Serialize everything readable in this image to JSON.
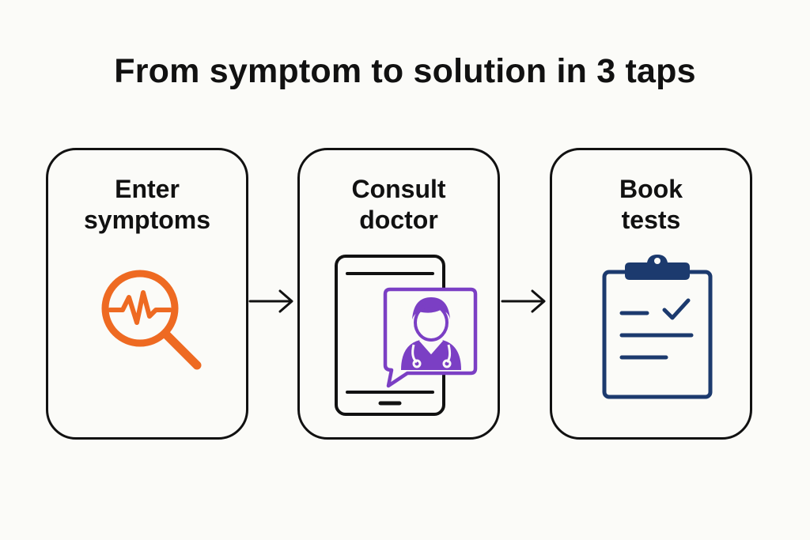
{
  "title": "From symptom to solution in 3 taps",
  "steps": [
    {
      "label": "Enter\nsymptoms",
      "icon": "symptom-search-icon",
      "color": "#ee6a22"
    },
    {
      "label": "Consult\ndoctor",
      "icon": "doctor-video-call-icon",
      "color": "#7b3fc4"
    },
    {
      "label": "Book\ntests",
      "icon": "clipboard-checklist-icon",
      "color": "#1c3a6e"
    }
  ],
  "connectors": [
    "arrow-right-icon",
    "arrow-right-icon"
  ],
  "colors": {
    "background": "#fbfbf8",
    "outline": "#111111",
    "search": "#ee6a22",
    "doctor": "#7b3fc4",
    "clipboard": "#1c3a6e"
  }
}
